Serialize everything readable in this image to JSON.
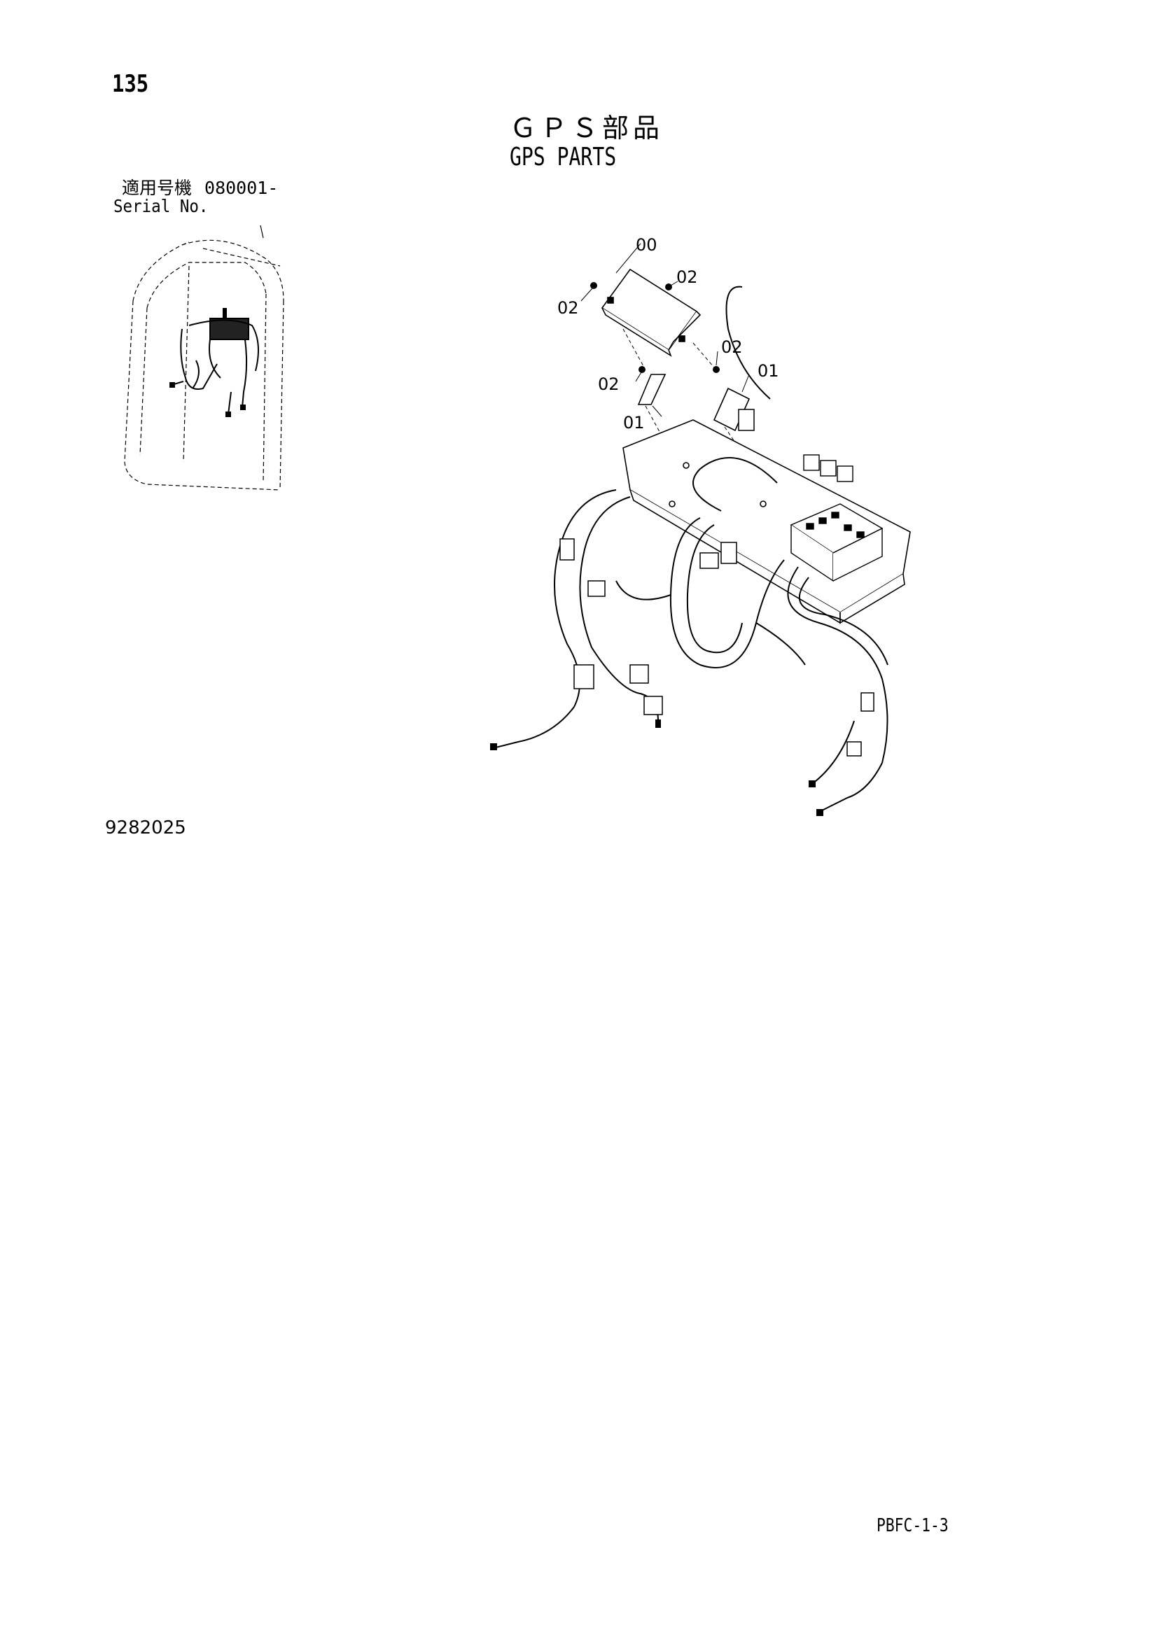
{
  "header": {
    "page_number": "135",
    "title_jp": "ＧＰＳ部品",
    "title_en": "GPS PARTS"
  },
  "serial": {
    "label_jp": "適用号機",
    "number": "080001-",
    "label_en": "Serial No."
  },
  "callouts": {
    "c00": "00",
    "c02_a": "02",
    "c02_b": "02",
    "c02_c": "02",
    "c02_d": "02",
    "c01_a": "01",
    "c01_b": "01"
  },
  "footer": {
    "drawing_id": "9282025",
    "page_code": "PBFC-1-3"
  }
}
